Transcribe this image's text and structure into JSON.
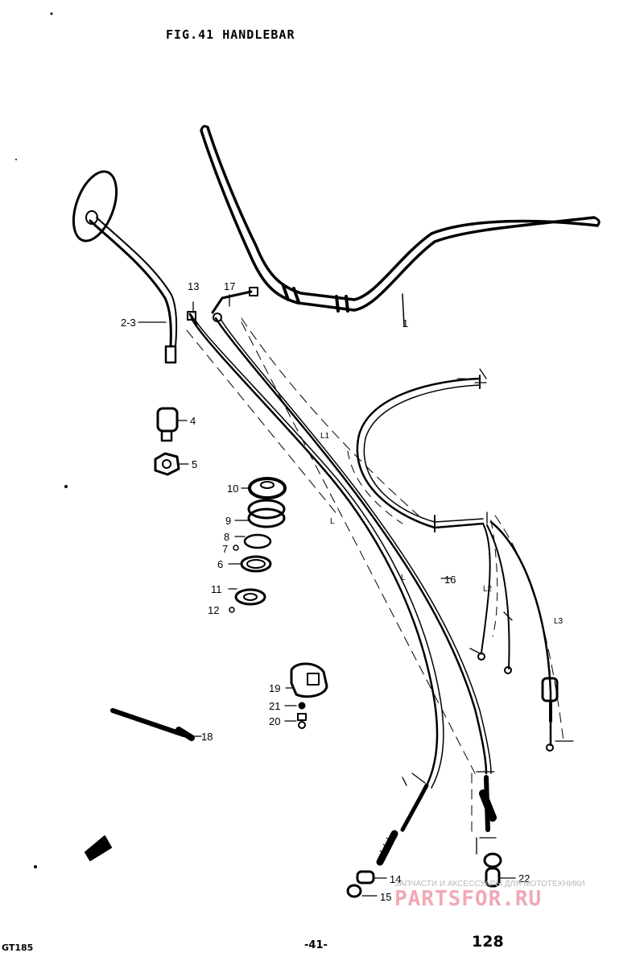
{
  "header": {
    "title": "FIG.41  HANDLEBAR"
  },
  "parts": {
    "p1": "1",
    "p2_3": "2-3",
    "p4": "4",
    "p5": "5",
    "p6": "6",
    "p7": "7",
    "p8": "8",
    "p9": "9",
    "p10": "10",
    "p11": "11",
    "p12": "12",
    "p13": "13",
    "p14": "14",
    "p15": "15",
    "p16": "16",
    "p17": "17",
    "p18": "18",
    "p19": "19",
    "p20": "20",
    "p21": "21",
    "p22": "22"
  },
  "dimensions": {
    "l1": "L1",
    "l_a": "L",
    "l_b": "L",
    "l2": "L2",
    "l3": "L3"
  },
  "footer": {
    "model": "GT185",
    "page_number": "-41-",
    "index": "128"
  },
  "watermark": {
    "caption": "ЗАПЧАСТИ И АКСЕССУАРЫ ДЛЯ МОТОТЕХНИКИ",
    "brand": "PARTSFOR.RU"
  }
}
